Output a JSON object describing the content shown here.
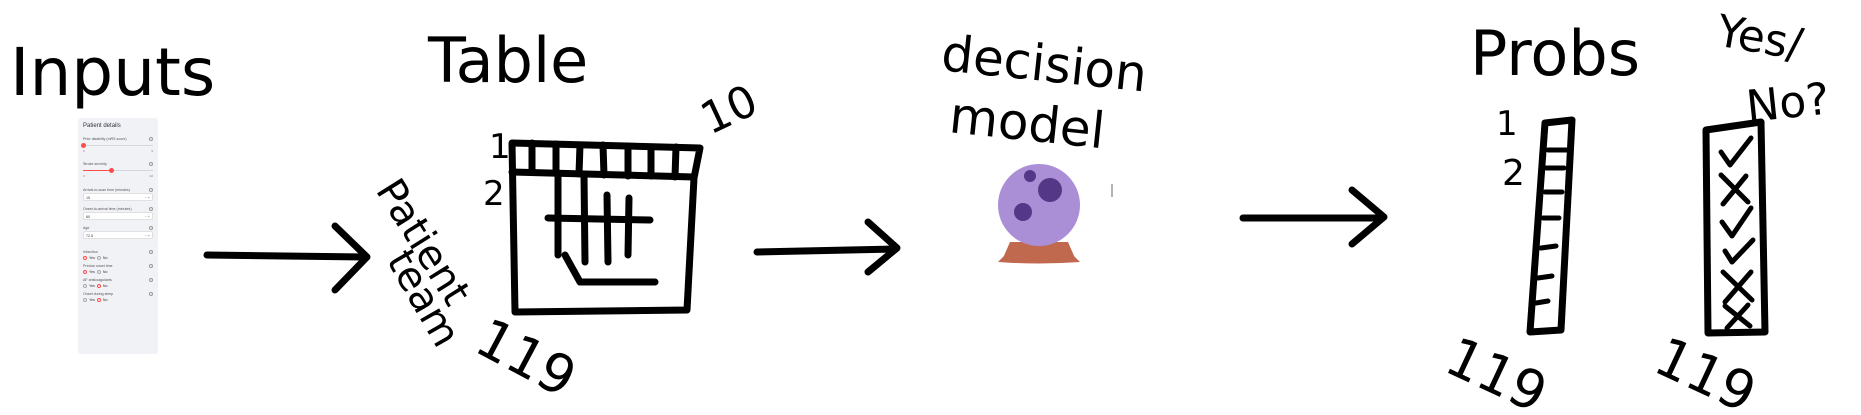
{
  "stages": {
    "inputs": {
      "title": "Inputs"
    },
    "table": {
      "title": "Table",
      "top_index": "1",
      "second_index": "2",
      "last_col": "10",
      "side_note": "patient team",
      "bottom": "119"
    },
    "model": {
      "title": "decision model"
    },
    "probs": {
      "title": "Probs",
      "first": "1",
      "second": "2",
      "bottom": "119"
    },
    "decisions": {
      "title": "Yes/No?",
      "bottom": "119"
    }
  },
  "panel": {
    "title": "Patient details",
    "sliders": [
      {
        "label": "Prior disability (mRS score)",
        "min": "0",
        "max": "5",
        "fraction": 0.0
      },
      {
        "label": "Stroke severity",
        "min": "0",
        "max": "42",
        "fraction": 0.4
      }
    ],
    "selects": [
      {
        "label": "Arrival-to-scan time (minutes)",
        "value": "15"
      },
      {
        "label": "Onset-to-arrival time (minutes)",
        "value": "60"
      },
      {
        "label": "Age",
        "value": "72.5"
      }
    ],
    "radios": [
      {
        "label": "Infarction",
        "options": [
          "Yes",
          "No"
        ],
        "selected": 0
      },
      {
        "label": "Precise onset time",
        "options": [
          "Yes",
          "No"
        ],
        "selected": 0
      },
      {
        "label": "AF anticoagulants",
        "options": [
          "Yes",
          "No"
        ],
        "selected": 1
      },
      {
        "label": "Onset during sleep",
        "options": [
          "Yes",
          "No"
        ],
        "selected": 1
      }
    ]
  },
  "colors": {
    "ink": "#000000",
    "orb": "#aa8ed6",
    "orb_spots": "#553788",
    "stand": "#c1694f",
    "slider_accent": "#ff4b4b"
  }
}
